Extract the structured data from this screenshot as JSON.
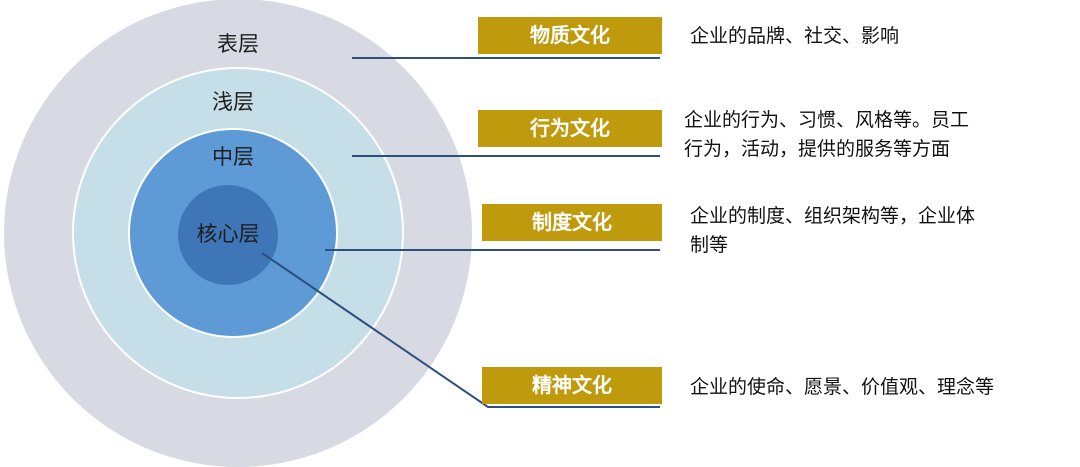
{
  "colors": {
    "outer_ring": "#d7dae3",
    "shallow_ring": "#c5dee8",
    "middle_ring": "#5d9ad6",
    "core_ring": "#3f76b8",
    "ring_edge": "#ffffff",
    "connector": "#2c4f7e",
    "tag_fill": "#bf9a0c"
  },
  "layers": {
    "outer": "表层",
    "shallow": "浅层",
    "middle": "中层",
    "core": "核心层"
  },
  "rows": [
    {
      "tag": "物质文化",
      "desc_lines": [
        "企业的品牌、社交、影响"
      ]
    },
    {
      "tag": "行为文化",
      "desc_lines": [
        "企业的行为、习惯、风格等。员工",
        "行为，活动，提供的服务等方面"
      ]
    },
    {
      "tag": "制度文化",
      "desc_lines": [
        "企业的制度、组织架构等，企业体",
        "制等"
      ]
    },
    {
      "tag": "精神文化",
      "desc_lines": [
        "企业的使命、愿景、价值观、理念等"
      ]
    }
  ]
}
